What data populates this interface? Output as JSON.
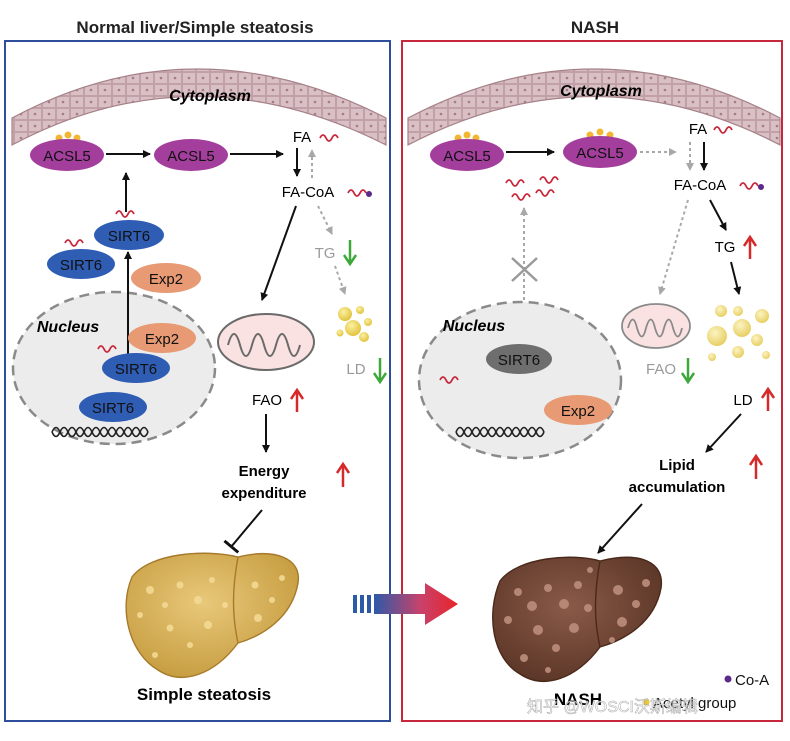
{
  "left_panel": {
    "title": "Normal liver/Simple steatosis",
    "cytoplasm": "Cytoplasm",
    "nucleus": "Nucleus",
    "acsl5_a": "ACSL5",
    "acsl5_b": "ACSL5",
    "fa": "FA",
    "fa_coa": "FA-CoA",
    "tg": "TG",
    "ld": "LD",
    "fao": "FAO",
    "sirt6": [
      "SIRT6",
      "SIRT6",
      "SIRT6",
      "SIRT6"
    ],
    "exp2": [
      "Exp2",
      "Exp2"
    ],
    "energy_line1": "Energy",
    "energy_line2": "expenditure",
    "liver_label": "Simple steatosis"
  },
  "right_panel": {
    "title": "NASH",
    "cytoplasm": "Cytoplasm",
    "nucleus": "Nucleus",
    "acsl5_a": "ACSL5",
    "acsl5_b": "ACSL5",
    "fa": "FA",
    "fa_coa": "FA-CoA",
    "tg": "TG",
    "ld": "LD",
    "fao": "FAO",
    "sirt6": "SIRT6",
    "exp2": "Exp2",
    "lipid_line1": "Lipid",
    "lipid_line2": "accumulation",
    "liver_label": "NASH"
  },
  "legend": {
    "coa": "Co-A",
    "acetyl": "Acetyl group"
  },
  "watermark": "知乎 @WOSCI沃斯编辑",
  "colors": {
    "left_border": "#2e4d9b",
    "right_border": "#c8283c",
    "acsl5": "#a43e9c",
    "sirt6": "#2f5db3",
    "sirt6_nash": "#6e6e6e",
    "exp2": "#e79a73",
    "up_arrow": "#d62a2a",
    "down_arrow": "#3fa83a"
  }
}
